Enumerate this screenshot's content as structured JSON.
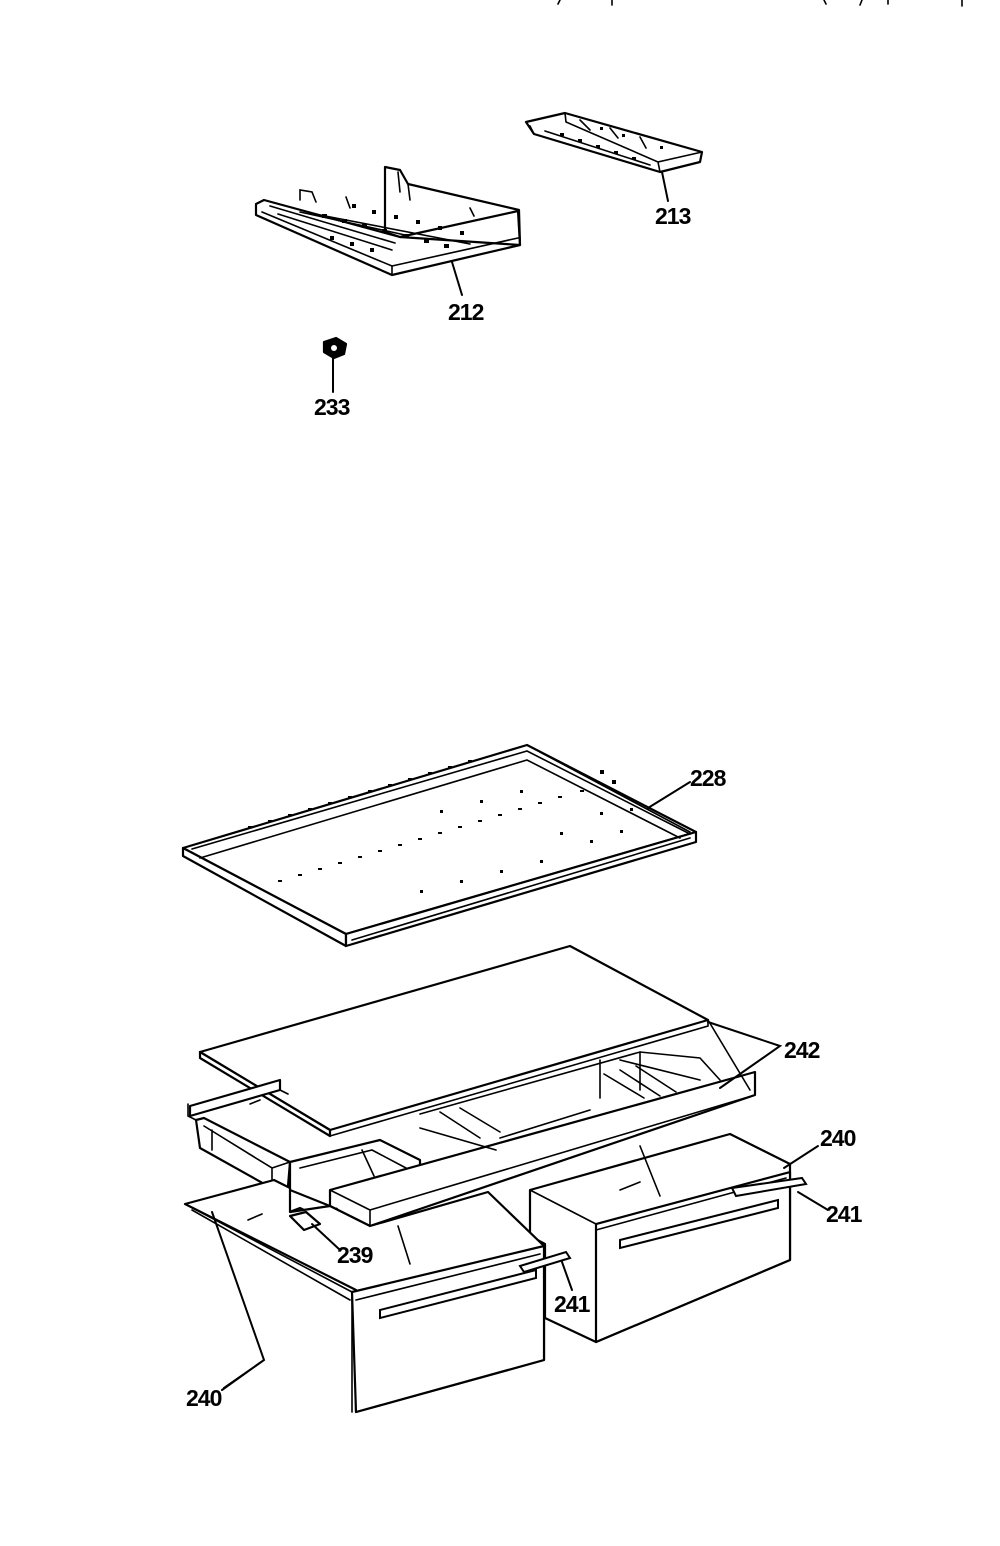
{
  "callouts": {
    "c213": "213",
    "c212": "212",
    "c233": "233",
    "c228": "228",
    "c242": "242",
    "c240_right": "240",
    "c241_right": "241",
    "c239": "239",
    "c241_front": "241",
    "c240_left": "240"
  },
  "colors": {
    "ink": "#000000",
    "paper": "#ffffff"
  }
}
